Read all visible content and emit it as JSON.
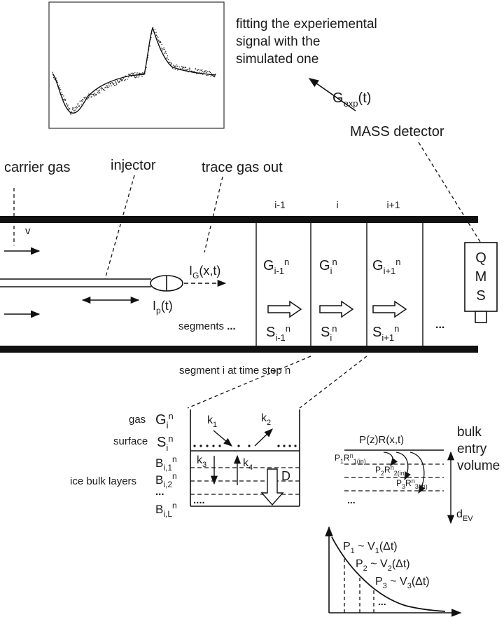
{
  "top": {
    "caption": [
      "fitting the experiemental",
      "signal with the",
      "simulated one"
    ],
    "gexp": {
      "main": "G",
      "sub": "exp",
      "tail": "(t)"
    },
    "detector": "MASS detector"
  },
  "labels": {
    "carrier": "carrier gas",
    "injector": "injector",
    "trace": "trace gas out",
    "v": "v",
    "ig": {
      "main": "I",
      "sub": "G",
      "tail": "(x,t)"
    },
    "ip": {
      "main": "I",
      "sub": "p",
      "tail": "(t)"
    },
    "segments": "segments",
    "ellipsis": "...",
    "qms": [
      "Q",
      "M",
      "S"
    ],
    "seg_caption": "segment i at time step n"
  },
  "columns": [
    {
      "head": "i-1",
      "g": {
        "main": "G",
        "sub": "i-1",
        "sup": "n"
      },
      "s": {
        "main": "S",
        "sub": "i-1",
        "sup": "n"
      }
    },
    {
      "head": "i",
      "g": {
        "main": "G",
        "sub": "i",
        "sup": "n"
      },
      "s": {
        "main": "S",
        "sub": "i",
        "sup": "n"
      }
    },
    {
      "head": "i+1",
      "g": {
        "main": "G",
        "sub": "i+1",
        "sup": "n"
      },
      "s": {
        "main": "S",
        "sub": "i+1",
        "sup": "n"
      }
    }
  ],
  "detail": {
    "gas": "gas",
    "surface": "surface",
    "ice": "ice bulk layers",
    "g": {
      "main": "G",
      "sub": "i",
      "sup": "n"
    },
    "s": {
      "main": "S",
      "sub": "i",
      "sup": "n"
    },
    "b1": {
      "main": "B",
      "sub": "i,1",
      "sup": "n"
    },
    "b2": {
      "main": "B",
      "sub": "i,2",
      "sup": "n"
    },
    "bdots": "...",
    "bL": {
      "main": "B",
      "sub": "i,L",
      "sup": "n"
    },
    "k1": {
      "main": "k",
      "sub": "1"
    },
    "k2": {
      "main": "k",
      "sub": "2"
    },
    "k3": {
      "main": "k",
      "sub": "3"
    },
    "k4": {
      "main": "k",
      "sub": "4"
    },
    "D": "D",
    "dots": "...."
  },
  "bulk": {
    "pz": "P(z)R(x,t)",
    "title": [
      "bulk",
      "entry",
      "volume"
    ],
    "dev": {
      "main": "d",
      "sub": "EV"
    },
    "p1": "P1Rn1(in)",
    "p2": "P2Rn2(in)",
    "p3": "P3Rn3(in)",
    "dots": "..."
  },
  "decay": {
    "l1": "P1 ~ V1(Δt)",
    "l2": "P2 ~ V2(Δt)",
    "l3": "P3 ~ V3(Δt)",
    "dots": "..."
  },
  "icons": [
    "flow-arrow-icon",
    "injector-bulb-icon",
    "block-arrow-icon",
    "qms-detector-icon"
  ]
}
